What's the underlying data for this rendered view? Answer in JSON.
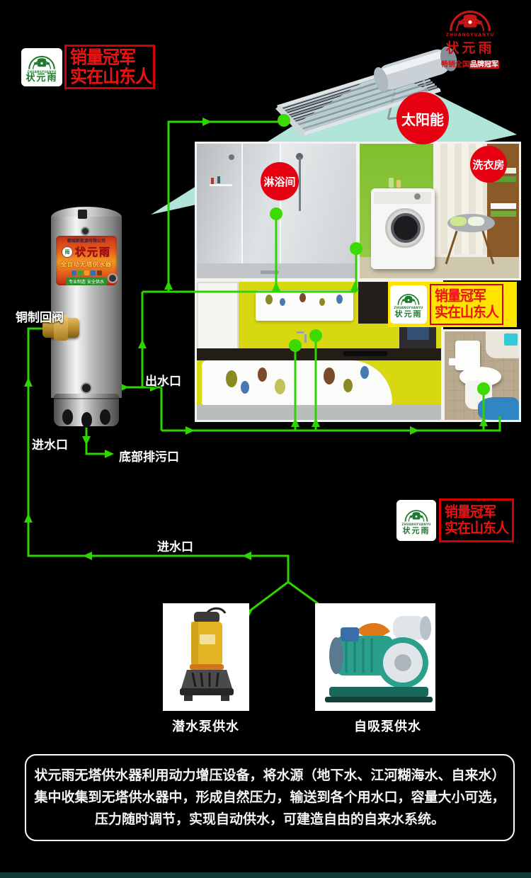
{
  "colors": {
    "accent_green": "#2fd400",
    "brand_red": "#e60012",
    "banner_yellow": "#ffe400",
    "roof_teal": "#b2e5da"
  },
  "header": {
    "logo_left": {
      "brand_en": "ZHUANGYUANYU",
      "brand_cn": "状元雨"
    },
    "banner_left": {
      "line1": "销量冠军",
      "line2": "实在山东人"
    },
    "logo_right": {
      "brand_en": "ZHUANGYUANYU",
      "brand_cn": "状元雨",
      "tagline_plain": "畅销全国",
      "tagline_boxed": "品牌冠军"
    }
  },
  "house": {
    "solar_badge": "太阳能",
    "shower_badge": "淋浴间",
    "laundry_badge": "洗衣房"
  },
  "mid_banner": {
    "logo_en": "ZHUANGYUANYU",
    "logo_cn": "状元雨",
    "line1": "销量冠军",
    "line2": "实在山东人"
  },
  "right_banner": {
    "logo_en": "ZHUANGYUANYU",
    "logo_cn": "状元雨",
    "line1": "销量冠军",
    "line2": "实在山东人"
  },
  "tank_label": {
    "company": "聊城新能源有限公司",
    "brand": "状元雨",
    "logo_mini": "雨",
    "product": "全自动无塔供水器",
    "band": "专业制造 安全供水"
  },
  "pipe_labels": {
    "return_valve": "铜制回阀",
    "outlet": "出水口",
    "inlet_side": "进水口",
    "drain": "底部排污口",
    "inlet_bottom": "进水口"
  },
  "pumps": {
    "submersible": "潜水泵供水",
    "self_priming": "自吸泵供水"
  },
  "description": {
    "line1": "状元雨无塔供水器利用动力增压设备，将水源（地下水、江河糊海水、自来水）",
    "line2": "集中收集到无塔供水器中，形成自然压力，输送到各个用水口，容量大小可选，",
    "line3": "压力随时调节，实现自动供水，可建造自由的自来水系统。"
  }
}
